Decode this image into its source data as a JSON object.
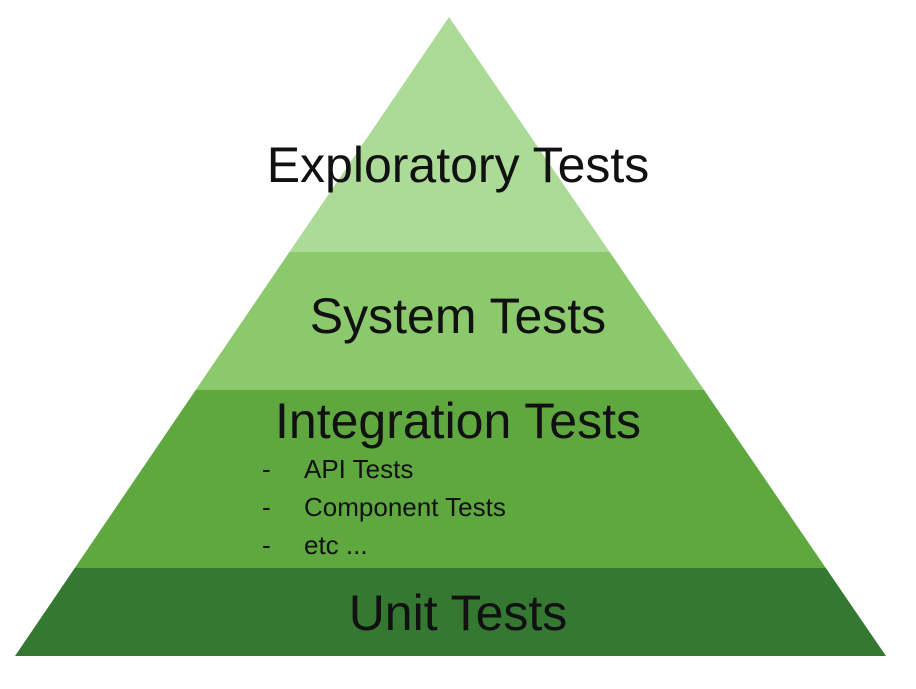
{
  "pyramid": {
    "layers": [
      {
        "label": "Exploratory Tests",
        "color": "#acdb98"
      },
      {
        "label": "System Tests",
        "color": "#8cc86c"
      },
      {
        "label": "Integration Tests",
        "color": "#5ea83f",
        "items": [
          "API Tests",
          "Component Tests",
          "etc ..."
        ]
      },
      {
        "label": "Unit Tests",
        "color": "#347832"
      }
    ],
    "bullet": "-"
  }
}
